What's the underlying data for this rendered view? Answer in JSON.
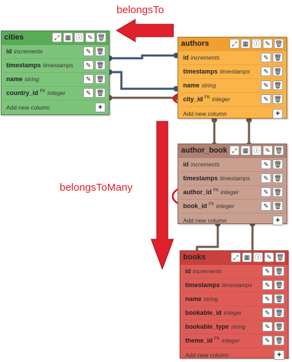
{
  "annotations": {
    "belongs_to": "belongsTo",
    "belongs_to_many": "belongsToMany"
  },
  "colors": {
    "cities": "#7cc47a",
    "cities_header": "#5aab56",
    "authors": "#fbb448",
    "authors_header": "#f0a030",
    "author_book": "#c99f8f",
    "author_book_header": "#b08272",
    "books": "#df5c56",
    "books_header": "#c8413c",
    "connector": "#3b5570",
    "arrow": "#e0202a"
  },
  "icons": {
    "tools": [
      "resize-icon",
      "grid-icon",
      "info-icon",
      "pencil-icon",
      "trash-icon"
    ],
    "row": [
      "pencil-icon",
      "trash-icon"
    ]
  },
  "tables": {
    "cities": {
      "title": "cities",
      "rows": [
        {
          "name": "id",
          "fk": "",
          "type": "increments"
        },
        {
          "name": "timestamps",
          "fk": "",
          "type": "timestamps"
        },
        {
          "name": "name",
          "fk": "",
          "type": "string"
        },
        {
          "name": "country_id",
          "fk": "FK",
          "type": "integer"
        }
      ],
      "add": "Add new column"
    },
    "authors": {
      "title": "authors",
      "rows": [
        {
          "name": "id",
          "fk": "",
          "type": "increments"
        },
        {
          "name": "timestamps",
          "fk": "",
          "type": "timestamps"
        },
        {
          "name": "name",
          "fk": "",
          "type": "string"
        },
        {
          "name": "city_id",
          "fk": "FK",
          "type": "integer"
        }
      ],
      "add": "Add new column"
    },
    "author_book": {
      "title": "author_book",
      "rows": [
        {
          "name": "id",
          "fk": "",
          "type": "increments"
        },
        {
          "name": "timestamps",
          "fk": "",
          "type": "timestamps"
        },
        {
          "name": "author_id",
          "fk": "FK",
          "type": "integer"
        },
        {
          "name": "book_id",
          "fk": "FK",
          "type": "integer"
        }
      ],
      "add": "Add new column"
    },
    "books": {
      "title": "books",
      "rows": [
        {
          "name": "id",
          "fk": "",
          "type": "increments"
        },
        {
          "name": "timestamps",
          "fk": "",
          "type": "timestamps"
        },
        {
          "name": "name",
          "fk": "",
          "type": "string"
        },
        {
          "name": "bookable_id",
          "fk": "",
          "type": "integer"
        },
        {
          "name": "bookable_type",
          "fk": "",
          "type": "string"
        },
        {
          "name": "theme_id",
          "fk": "FK",
          "type": "integer"
        }
      ],
      "add": "Add new column"
    }
  }
}
